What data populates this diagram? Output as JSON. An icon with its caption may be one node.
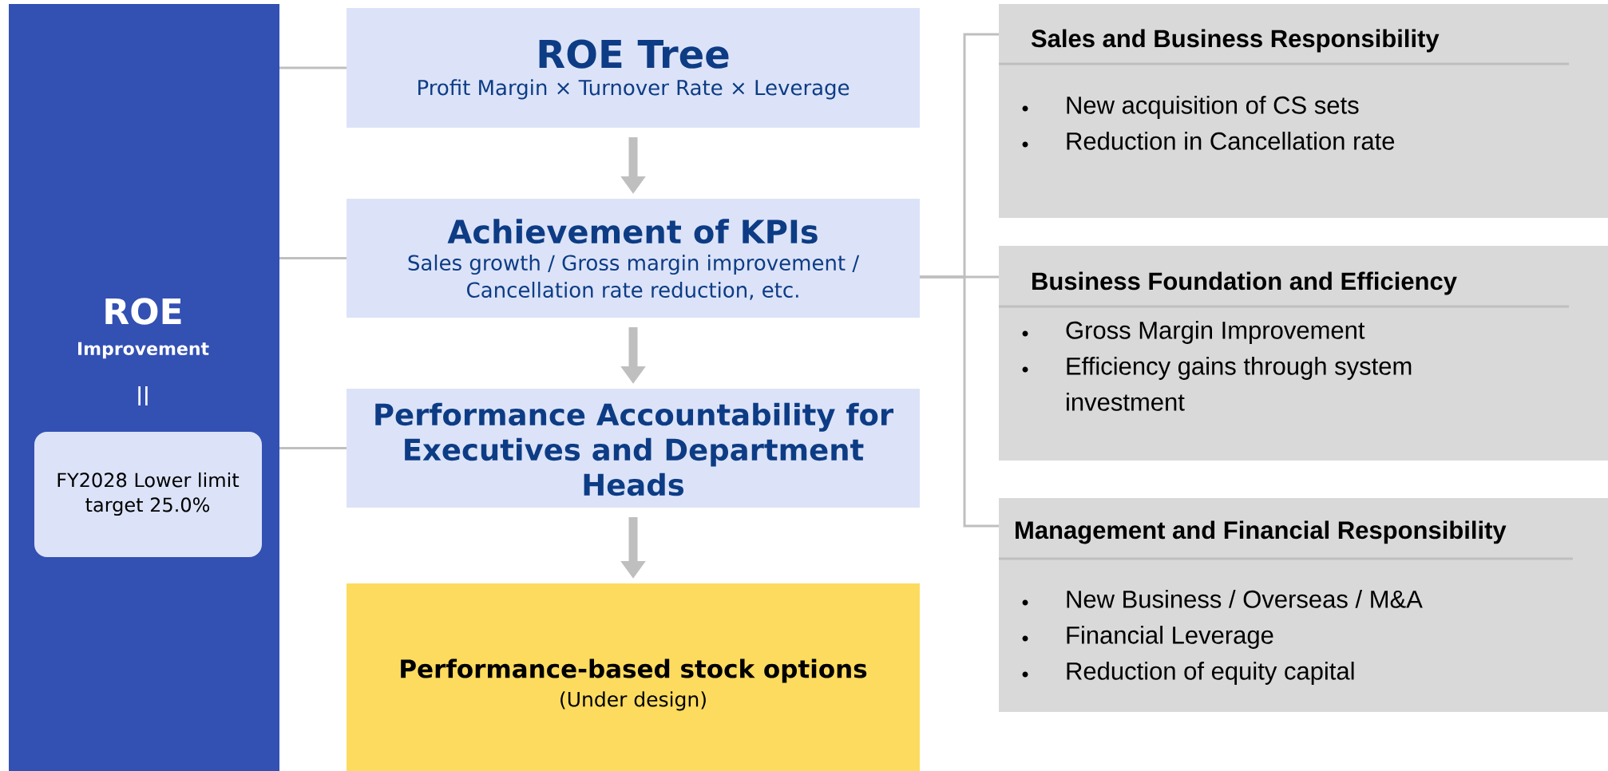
{
  "diagram": {
    "nodes": [
      {
        "text": [
          "ROE",
          "Improvement",
          "||"
        ]
      },
      {
        "text": [
          "FY2028 Lower limit target 25.0%"
        ],
        "in": 0
      },
      {
        "text": [
          "ROE Tree",
          "Profit Margin × Turnover Rate × Leverage"
        ]
      },
      {
        "text": [
          "Achievement of KPIs",
          "Sales growth / Gross margin improvement / Cancellation rate reduction, etc."
        ]
      },
      {
        "text": [
          "Performance Accountability for Executives and Department Heads"
        ]
      },
      {
        "text": [
          "Performance-based stock options",
          "(Under design)"
        ]
      },
      {
        "text": [
          "Sales and Business Responsibility",
          "New acquisition of CS sets",
          "Reduction in Cancellation rate"
        ]
      },
      {
        "text": [
          "Business Foundation and Efficiency",
          "Gross Margin Improvement",
          "Efficiency gains through system investment"
        ]
      },
      {
        "text": [
          "Management and Financial Responsibility",
          "New Business / Overseas / M&A",
          "Financial Leverage",
          "Reduction of equity capital"
        ]
      }
    ],
    "edges": [
      {
        "from": 0,
        "to": 2,
        "arrow": "none"
      },
      {
        "from": 0,
        "to": 3,
        "arrow": "none"
      },
      {
        "from": 0,
        "to": 4,
        "arrow": "none"
      },
      {
        "from": 2,
        "to": 3,
        "arrow": "to",
        "style": "thick"
      },
      {
        "from": 3,
        "to": 4,
        "arrow": "to",
        "style": "thick"
      },
      {
        "from": 4,
        "to": 5,
        "arrow": "to",
        "style": "thick"
      },
      {
        "from": 3,
        "to": 6,
        "arrow": "none"
      },
      {
        "from": 3,
        "to": 7,
        "arrow": "none"
      },
      {
        "from": 3,
        "to": 8,
        "arrow": "none"
      }
    ]
  }
}
